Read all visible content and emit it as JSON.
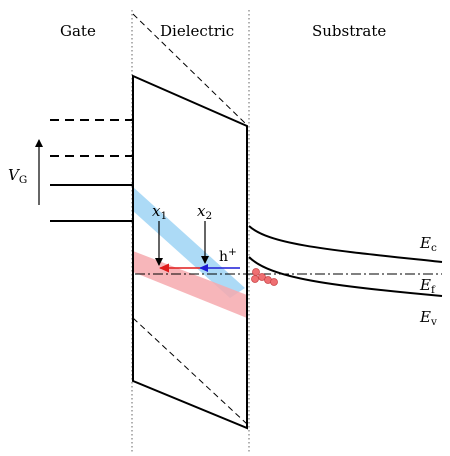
{
  "regions": {
    "gate": "Gate",
    "dielectric": "Dielectric",
    "substrate": "Substrate"
  },
  "gate_voltage": {
    "symbol": "V",
    "subscript": "G"
  },
  "band_labels": {
    "ec": {
      "symbol": "E",
      "subscript": "c"
    },
    "ef": {
      "symbol": "E",
      "subscript": "f"
    },
    "ev": {
      "symbol": "E",
      "subscript": "v"
    }
  },
  "positions": {
    "x1": {
      "symbol": "x",
      "subscript": "1"
    },
    "x2": {
      "symbol": "x",
      "subscript": "2"
    }
  },
  "hole": {
    "label": "h",
    "charge": "+"
  },
  "colors": {
    "trap_band_blue": "#a8d8f5",
    "trap_band_pink": "#f6a9ae",
    "hole_arrow": "#1c1cd6",
    "emission_arrow": "#e01b1b",
    "holes": "#ef6f72"
  }
}
